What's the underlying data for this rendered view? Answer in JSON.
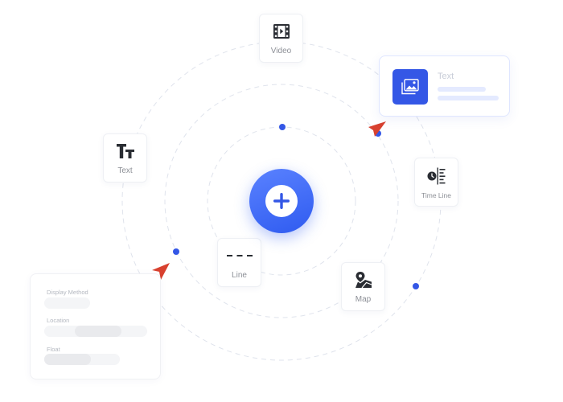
{
  "tools": {
    "video": {
      "label": "Video",
      "icon": "video-icon"
    },
    "text": {
      "label": "Text",
      "icon": "text-format-icon"
    },
    "timeline": {
      "label": "Time Line",
      "icon": "timeline-icon"
    },
    "line": {
      "label": "Line",
      "icon": "dashed-line-icon"
    },
    "map": {
      "label": "Map",
      "icon": "map-icon"
    }
  },
  "add_button": {
    "icon": "plus-icon"
  },
  "image_card": {
    "title": "Text",
    "icon": "image-icon"
  },
  "properties": {
    "display_method": {
      "label": "Display Method"
    },
    "location": {
      "label": "Location"
    },
    "float": {
      "label": "Float"
    }
  },
  "colors": {
    "accent": "#3457e6",
    "accent_light": "#5a82ff",
    "cursor": "#d8412f",
    "orbit": "#dfe3ec"
  }
}
